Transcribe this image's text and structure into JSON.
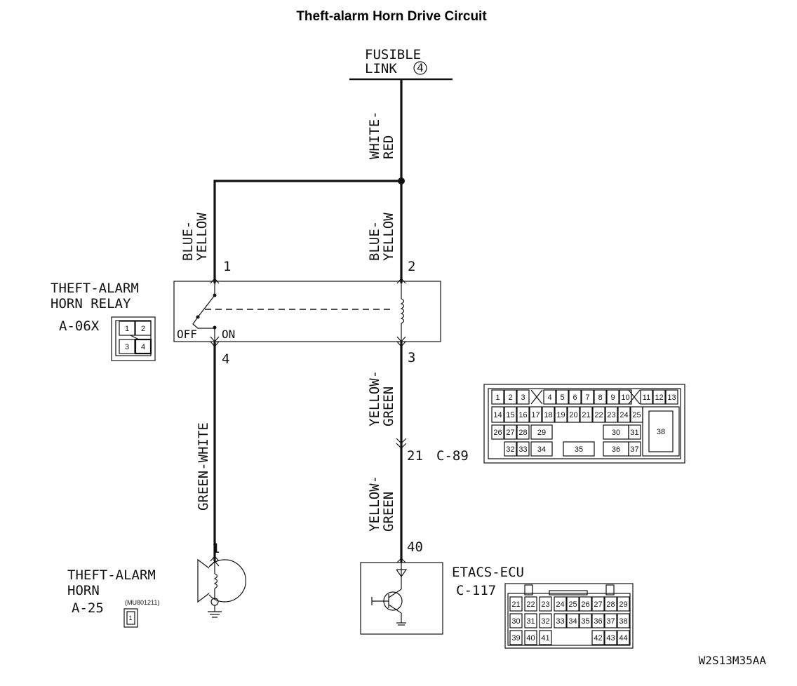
{
  "title": "Theft-alarm Horn Drive Circuit",
  "fusible_link": {
    "line1": "FUSIBLE",
    "line2": "LINK",
    "number": "4"
  },
  "wires": {
    "white_red_1": "WHITE-",
    "white_red_2": "RED",
    "blue_yellow_left_1": "BLUE-",
    "blue_yellow_left_2": "YELLOW",
    "blue_yellow_right_1": "BLUE-",
    "blue_yellow_right_2": "YELLOW",
    "green_white": "GREEN-WHITE",
    "yellow_green_a_1": "YELLOW-",
    "yellow_green_a_2": "GREEN",
    "yellow_green_b_1": "YELLOW-",
    "yellow_green_b_2": "GREEN"
  },
  "relay": {
    "name_line1": "THEFT-ALARM",
    "name_line2": "HORN RELAY",
    "code": "A-06X",
    "pin1": "1",
    "pin2": "2",
    "pin3": "3",
    "pin4": "4",
    "off": "OFF",
    "on": "ON",
    "connector": [
      "1",
      "2",
      "3",
      "4"
    ]
  },
  "junction": {
    "pin": "21",
    "code": "C-89"
  },
  "horn": {
    "name_line1": "THEFT-ALARM",
    "name_line2": "HORN",
    "code": "A-25",
    "part": "(MU801211)",
    "pin": "1",
    "connector_pin": "1"
  },
  "ecu": {
    "name": "ETACS-ECU",
    "code": "C-117",
    "pin": "40"
  },
  "c89_connector": {
    "row1": [
      "1",
      "2",
      "3",
      "4",
      "5",
      "6",
      "7",
      "8",
      "9",
      "10",
      "11",
      "12",
      "13"
    ],
    "row2": [
      "14",
      "15",
      "16",
      "17",
      "18",
      "19",
      "20",
      "21",
      "22",
      "23",
      "24",
      "25"
    ],
    "row3": [
      "26",
      "27",
      "28",
      "29",
      "30",
      "31"
    ],
    "row4": [
      "32",
      "33",
      "34",
      "35",
      "36",
      "37"
    ],
    "big": "38"
  },
  "c117_connector": {
    "row1": [
      "21",
      "22",
      "23",
      "24",
      "25",
      "26",
      "27",
      "28",
      "29"
    ],
    "row2": [
      "30",
      "31",
      "32",
      "33",
      "34",
      "35",
      "36",
      "37",
      "38"
    ],
    "row3": [
      "39",
      "40",
      "41",
      "42",
      "43",
      "44"
    ]
  },
  "figure_code": "W2S13M35AA"
}
